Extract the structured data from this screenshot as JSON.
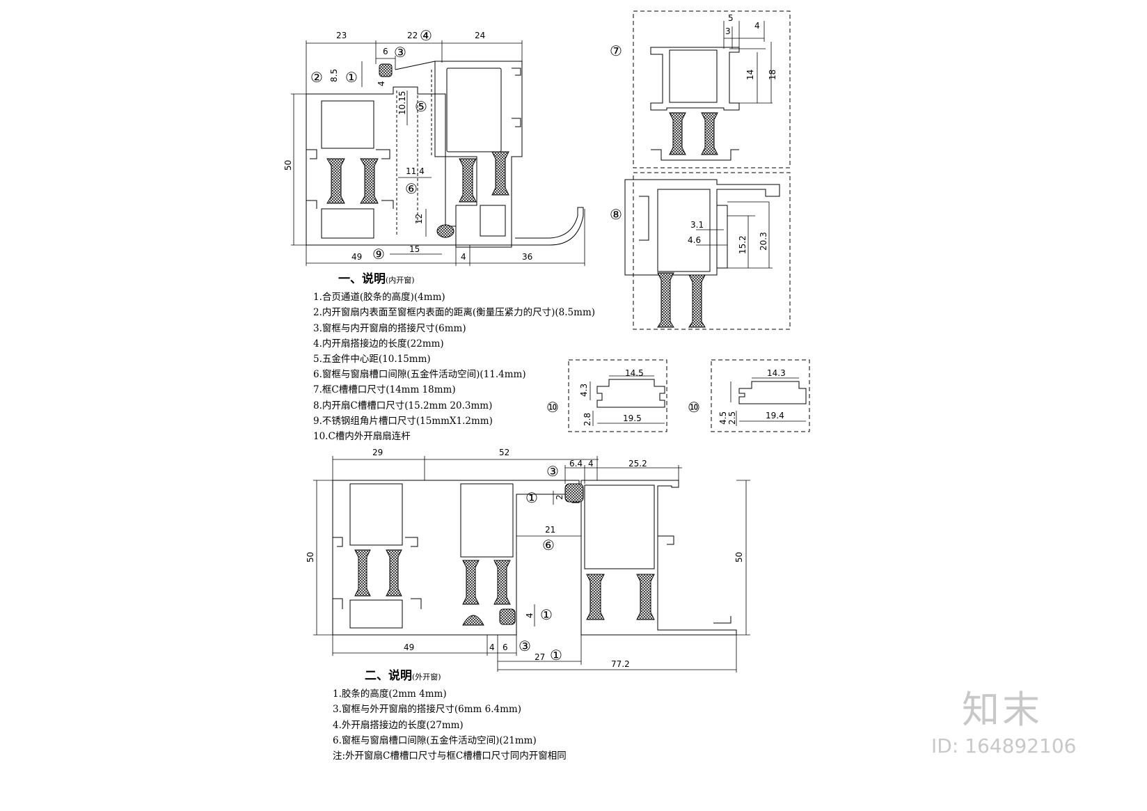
{
  "dims_top": {
    "d23": "23",
    "d22": "22",
    "d24": "24",
    "d6": "6",
    "d85": "8.5",
    "d4": "4",
    "d1015": "10.15",
    "d114": "11.4",
    "d50": "50",
    "d12": "12",
    "d15": "15",
    "d49": "49",
    "d4b": "4",
    "d36": "36"
  },
  "dims_c7": {
    "d5": "5",
    "d3": "3",
    "d4": "4",
    "d14": "14",
    "d18": "18"
  },
  "dims_c8": {
    "d31": "3.1",
    "d46": "4.6",
    "d152": "15.2",
    "d203": "20.3"
  },
  "dims_c10a": {
    "d145": "14.5",
    "d43": "4.3",
    "d28": "2.8",
    "d195": "19.5"
  },
  "dims_c10b": {
    "d143": "14.3",
    "d45": "4.5",
    "d25": "2.5",
    "d194": "19.4"
  },
  "dims_bottom": {
    "d29": "29",
    "d52": "52",
    "d64": "6.4",
    "d4": "4",
    "d252": "25.2",
    "d2": "2",
    "d21": "21",
    "d50l": "50",
    "d50r": "50",
    "d4v": "4",
    "d49": "49",
    "d4b": "4",
    "d6": "6",
    "d27": "27",
    "d772": "77.2"
  },
  "markers": {
    "m1": "①",
    "m2": "②",
    "m3": "③",
    "m4": "④",
    "m5": "⑤",
    "m6": "⑥",
    "m7": "⑦",
    "m8": "⑧",
    "m9": "⑨",
    "m10": "⑩"
  },
  "notes_inward": {
    "title": "一、说明",
    "subtitle": "(内开窗)",
    "items": [
      "1.合页通道(胶条的高度)(4mm)",
      "2.内开窗扇内表面至窗框内表面的距离(衡量压紧力的尺寸)(8.5mm)",
      "3.窗框与内开窗扇的搭接尺寸(6mm)",
      "4.内开扇搭接边的长度(22mm)",
      "5.五金件中心距(10.15mm)",
      "6.窗框与窗扇槽口间隙(五金件活动空间)(11.4mm)",
      "7.框C槽槽口尺寸(14mm  18mm)",
      "8.内开扇C槽槽口尺寸(15.2mm   20.3mm)",
      "9.不锈钢组角片槽口尺寸(15mmX1.2mm)",
      "10.C槽内外开扇扇连杆"
    ]
  },
  "notes_outward": {
    "title": "二、说明",
    "subtitle": "(外开窗)",
    "items": [
      "1.胶条的高度(2mm  4mm)",
      "3.窗框与外开窗扇的搭接尺寸(6mm  6.4mm)",
      "4.外开扇搭接边的长度(27mm)",
      "6.窗框与窗扇槽口间隙(五金件活动空间)(21mm)",
      "注:外开窗扇C槽槽口尺寸与框C槽槽口尺寸同内开窗相同"
    ]
  },
  "watermark": {
    "logo": "知末",
    "id": "ID: 164892106"
  }
}
